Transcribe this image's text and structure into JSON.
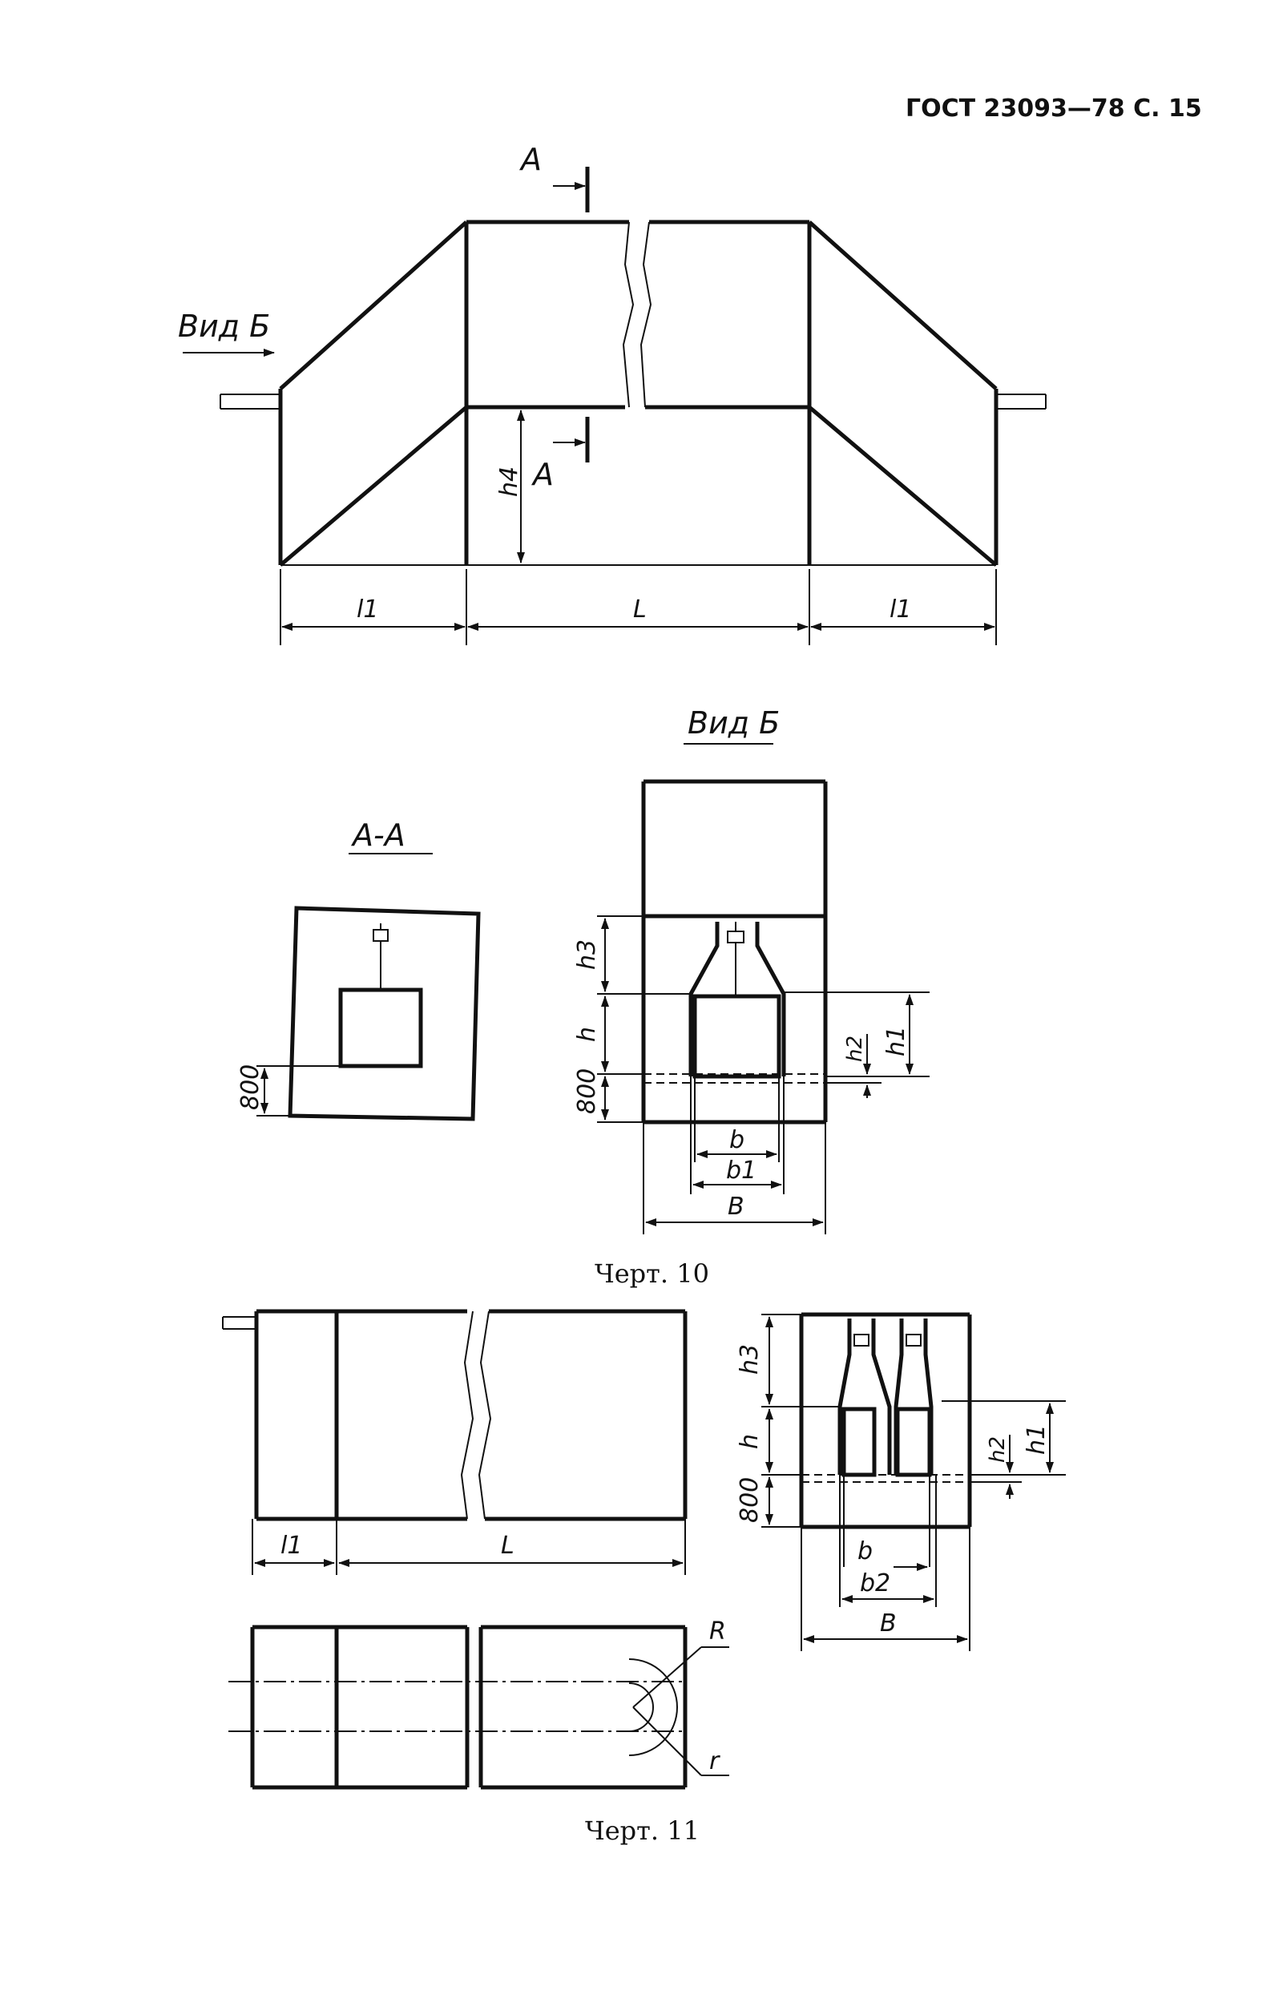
{
  "header": {
    "text": "ГОСТ 23093—78 С. 15"
  },
  "figure10": {
    "caption": "Черт. 10",
    "view_label": "Вид Б",
    "section_mark": "А",
    "section_label": "А-А",
    "dims": {
      "h4": "h4",
      "l1": "l1",
      "L": "L",
      "h3": "h3",
      "h": "h",
      "h2": "h2",
      "h1": "h1",
      "b": "b",
      "b1": "b1",
      "B": "B",
      "d800": "800"
    }
  },
  "figure11": {
    "caption": "Черт. 11",
    "dims": {
      "l1": "l1",
      "L": "L",
      "h3": "h3",
      "h": "h",
      "h2": "h2",
      "h1": "h1",
      "b": "b",
      "b2": "b2",
      "B": "B",
      "d800": "800",
      "R": "R",
      "r": "r"
    }
  }
}
